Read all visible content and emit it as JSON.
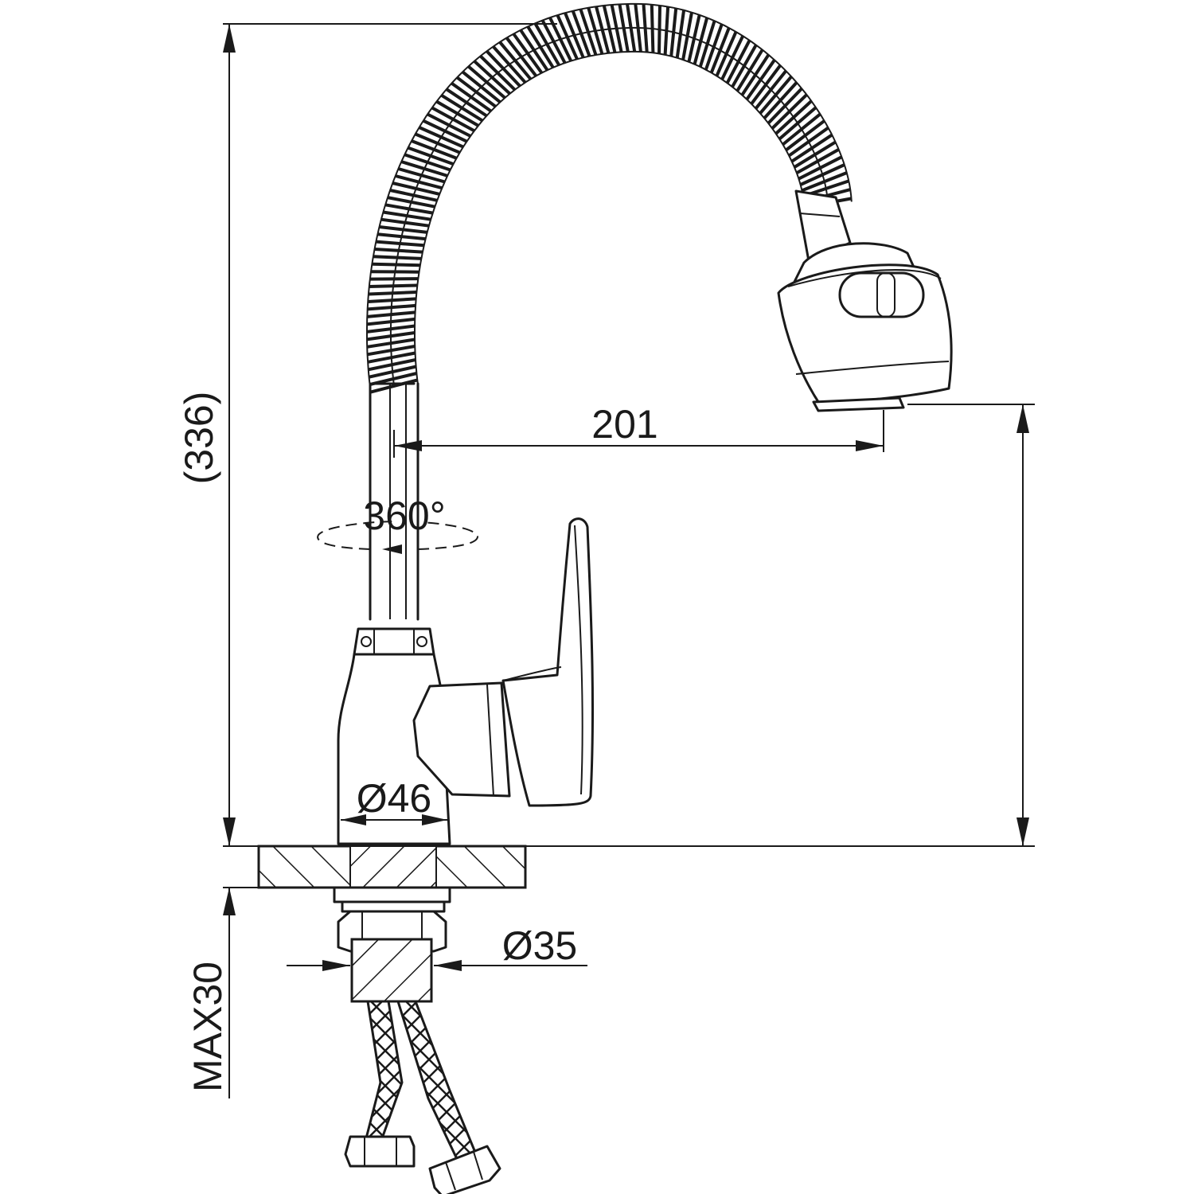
{
  "dimensions": {
    "total_height": "(336)",
    "spout_reach": "201",
    "rotation": "360°",
    "body_diameter": "Ø46",
    "shank_diameter": "Ø35",
    "max_deck_thickness": "MAX30"
  },
  "colors": {
    "line": "#1a1a1a",
    "background": "#ffffff"
  }
}
